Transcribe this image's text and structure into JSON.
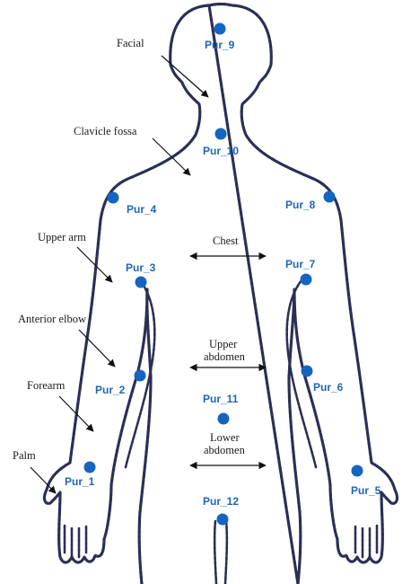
{
  "colors": {
    "outline": "#2b2f55",
    "point_fill": "#1565c0",
    "point_label": "#1e66b4",
    "text": "#1a1a1a"
  },
  "regions": {
    "facial": "Facial",
    "clavicle_fossa": "Clavicle fossa",
    "upper_arm": "Upper arm",
    "anterior_elbow": "Anterior elbow",
    "forearm": "Forearm",
    "palm": "Palm",
    "chest": "Chest",
    "upper_abdomen_line1": "Upper",
    "upper_abdomen_line2": "abdomen",
    "lower_abdomen_line1": "Lower",
    "lower_abdomen_line2": "abdomen"
  },
  "points": {
    "p1": "Pur_1",
    "p2": "Pur_2",
    "p3": "Pur_3",
    "p4": "Pur_4",
    "p5": "Pur_5",
    "p6": "Pur_6",
    "p7": "Pur_7",
    "p8": "Pur_8",
    "p9": "Pur_9",
    "p10": "Pur_10",
    "p11": "Pur_11",
    "p12": "Pur_12"
  }
}
